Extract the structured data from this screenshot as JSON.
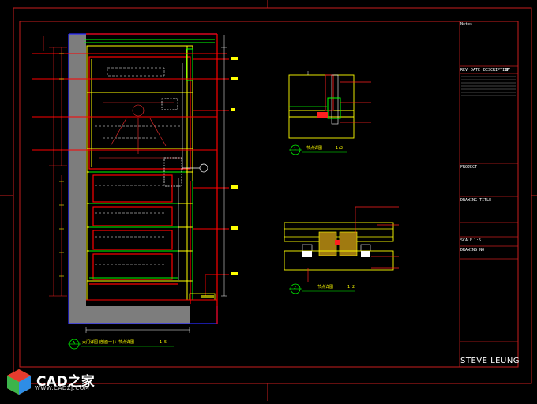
{
  "sheet": {
    "brand": "STEVE LEUNG",
    "watermark": {
      "name": "CAD之家",
      "url": "WWW.CADZJ.COM"
    }
  },
  "title_block": {
    "head": "Notes",
    "rev_cols": [
      "REV",
      "DATE",
      "DESCRIPTION",
      "BY"
    ],
    "project_label": "PROJECT",
    "drawing_title": "DRAWING TITLE",
    "scale_label": "SCALE",
    "scale_value": "1:5",
    "drawing_no": "DRAWING NO"
  },
  "drawings": {
    "main_label": "大门详图(剖面一)：节点详图",
    "main_scale": "1:5",
    "main_no": "A",
    "det1_label": "节点详图",
    "det1_scale": "1:2",
    "det1_no": "1",
    "det2_label": "节点详图",
    "det2_scale": "1:2",
    "det2_no": "2"
  },
  "colors": {
    "border": "#ff2020",
    "wall": "#808080",
    "frame": "#ffff00",
    "wood": "#ff0000",
    "green": "#00ff00",
    "white": "#ffffff",
    "cyan": "#00ffff",
    "blue": "#0000ff"
  }
}
